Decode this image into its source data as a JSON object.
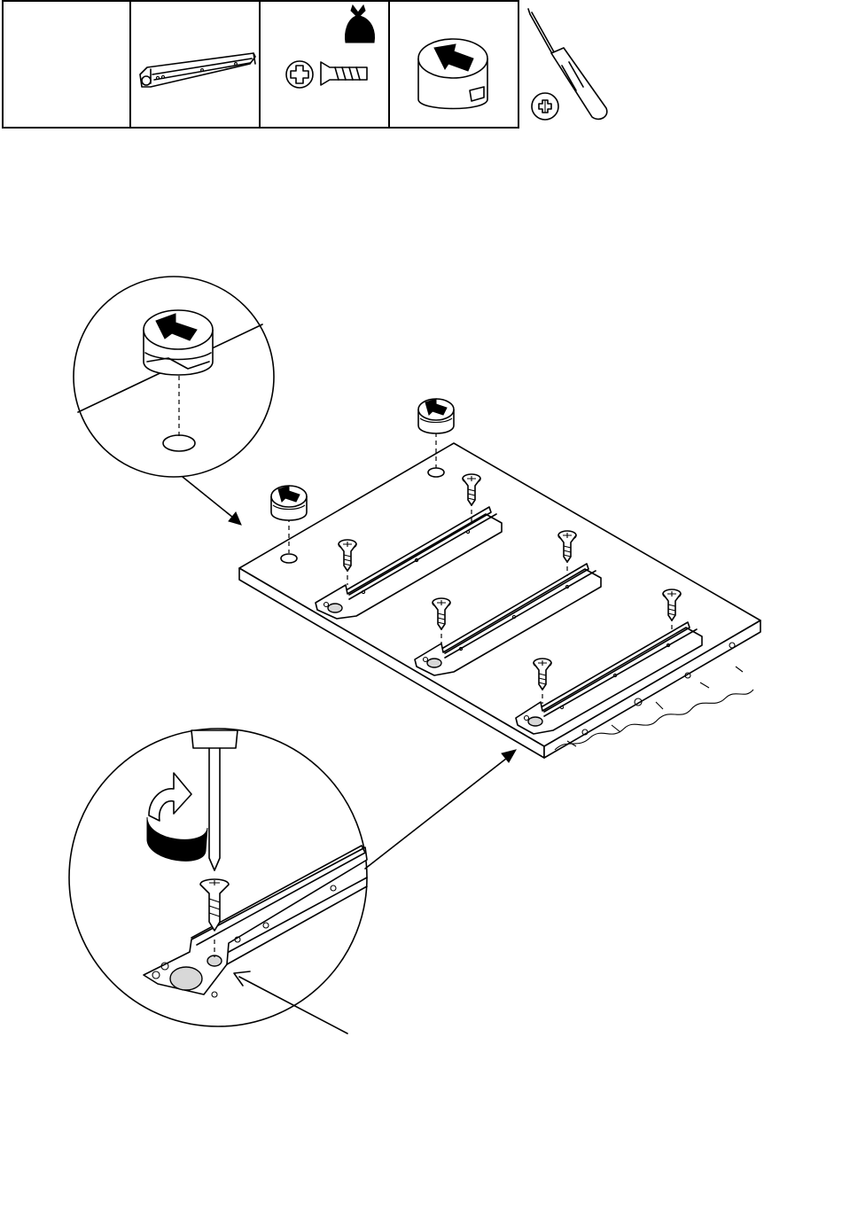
{
  "step_illustration": {
    "parts": [
      {
        "name": "part-cell-empty",
        "icon": "blank"
      },
      {
        "name": "part-cell-drawer-runner",
        "icon": "drawer-runner-icon"
      },
      {
        "name": "part-cell-screws",
        "icon": "screw-bag-icon"
      },
      {
        "name": "part-cell-cam-lock",
        "icon": "cam-lock-icon"
      }
    ],
    "tool": "phillips-screwdriver-icon",
    "details": [
      {
        "name": "detail-cam-insert",
        "icon": "cam-lock-icon"
      },
      {
        "name": "detail-screw-runner",
        "icon": "rotate-arrow-icon"
      }
    ]
  }
}
